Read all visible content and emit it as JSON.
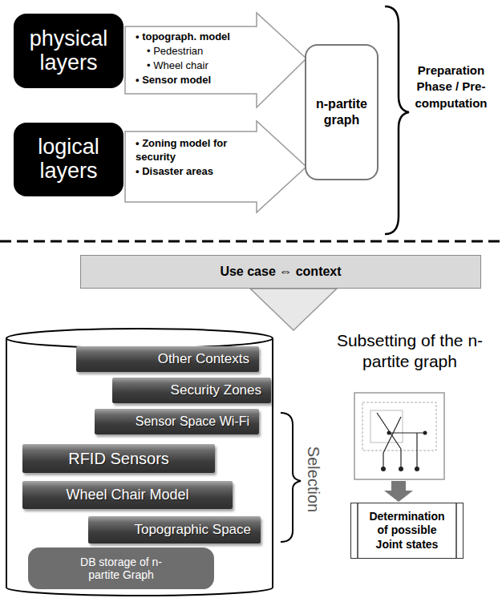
{
  "diagram": {
    "nodes": [
      {
        "text": [
          "physical layers"
        ]
      },
      {
        "text": [
          "• topograph. model",
          "• Pedestrian",
          "• Wheel chair",
          "• Sensor model"
        ]
      },
      {
        "text": [
          "logical layers"
        ]
      },
      {
        "text": [
          "• Zoning model for security",
          "• Disaster areas"
        ]
      },
      {
        "text": [
          "n-partite graph"
        ]
      },
      {
        "text": [
          "Use case ⇔ context"
        ]
      },
      {
        "text": [
          "Other Contexts"
        ]
      },
      {
        "text": [
          "Security Zones"
        ]
      },
      {
        "text": [
          "Sensor Space Wi-Fi"
        ]
      },
      {
        "text": [
          "RFID Sensors"
        ]
      },
      {
        "text": [
          "Wheel Chair Model"
        ]
      },
      {
        "text": [
          "Topographic Space"
        ]
      },
      {
        "text": [
          "DB storage of n-partite Graph"
        ]
      },
      {
        "text": [
          "Determination of possible Joint states"
        ]
      }
    ],
    "labels": [
      "Preparation Phase / Pre-computation",
      "Selection",
      "Subsetting of the n-partite graph"
    ]
  }
}
